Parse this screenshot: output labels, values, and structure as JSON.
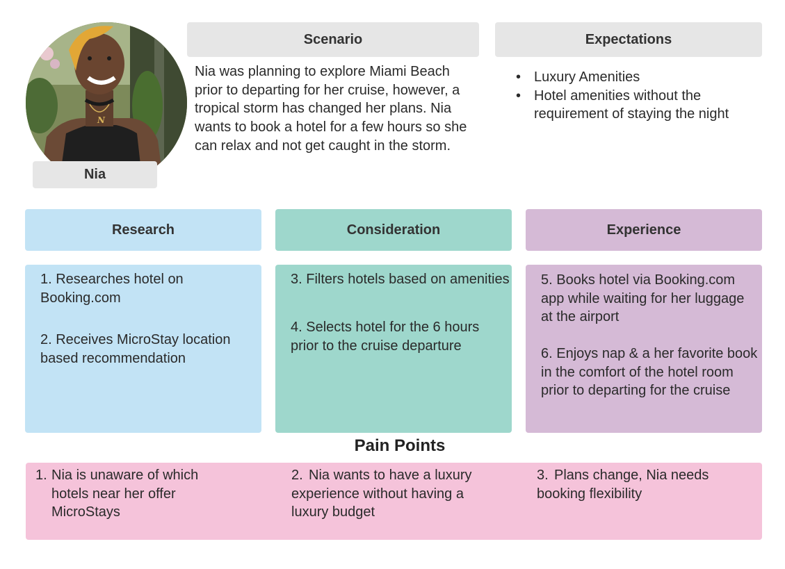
{
  "persona": {
    "name": "Nia"
  },
  "scenario": {
    "title": "Scenario",
    "text": "Nia was planning to explore Miami Beach prior to departing for her cruise, however, a tropical storm has changed her plans. Nia wants to book a hotel for a few hours so she can relax and not get caught in the storm."
  },
  "expectations": {
    "title": "Expectations",
    "items": [
      "Luxury Amenities",
      "Hotel amenities without the requirement of staying the night"
    ]
  },
  "phases": [
    {
      "title": "Research",
      "color": "#c2e3f5",
      "steps": [
        "1.  Researches hotel on Booking.com",
        "2.  Receives MicroStay location based recommendation"
      ]
    },
    {
      "title": "Consideration",
      "color": "#9ed7cc",
      "steps": [
        "3.  Filters hotels based on amenities",
        "4.  Selects hotel for the 6 hours prior to the cruise departure"
      ]
    },
    {
      "title": "Experience",
      "color": "#d5bad6",
      "steps": [
        "5.  Books hotel via Booking.com app while waiting for her luggage at the airport",
        "6. Enjoys nap & a her favorite book in the comfort of the hotel room prior to departing for the cruise"
      ]
    }
  ],
  "pain_points": {
    "title": "Pain Points",
    "color": "#f5c3da",
    "items": [
      {
        "number": "1.",
        "text": "Nia is unaware of which hotels near her offer MicroStays"
      },
      {
        "number": "2.",
        "text": "Nia wants to have a luxury experience without having a luxury budget"
      },
      {
        "number": "3.",
        "text": "Plans change, Nia needs booking flexibility"
      }
    ]
  }
}
